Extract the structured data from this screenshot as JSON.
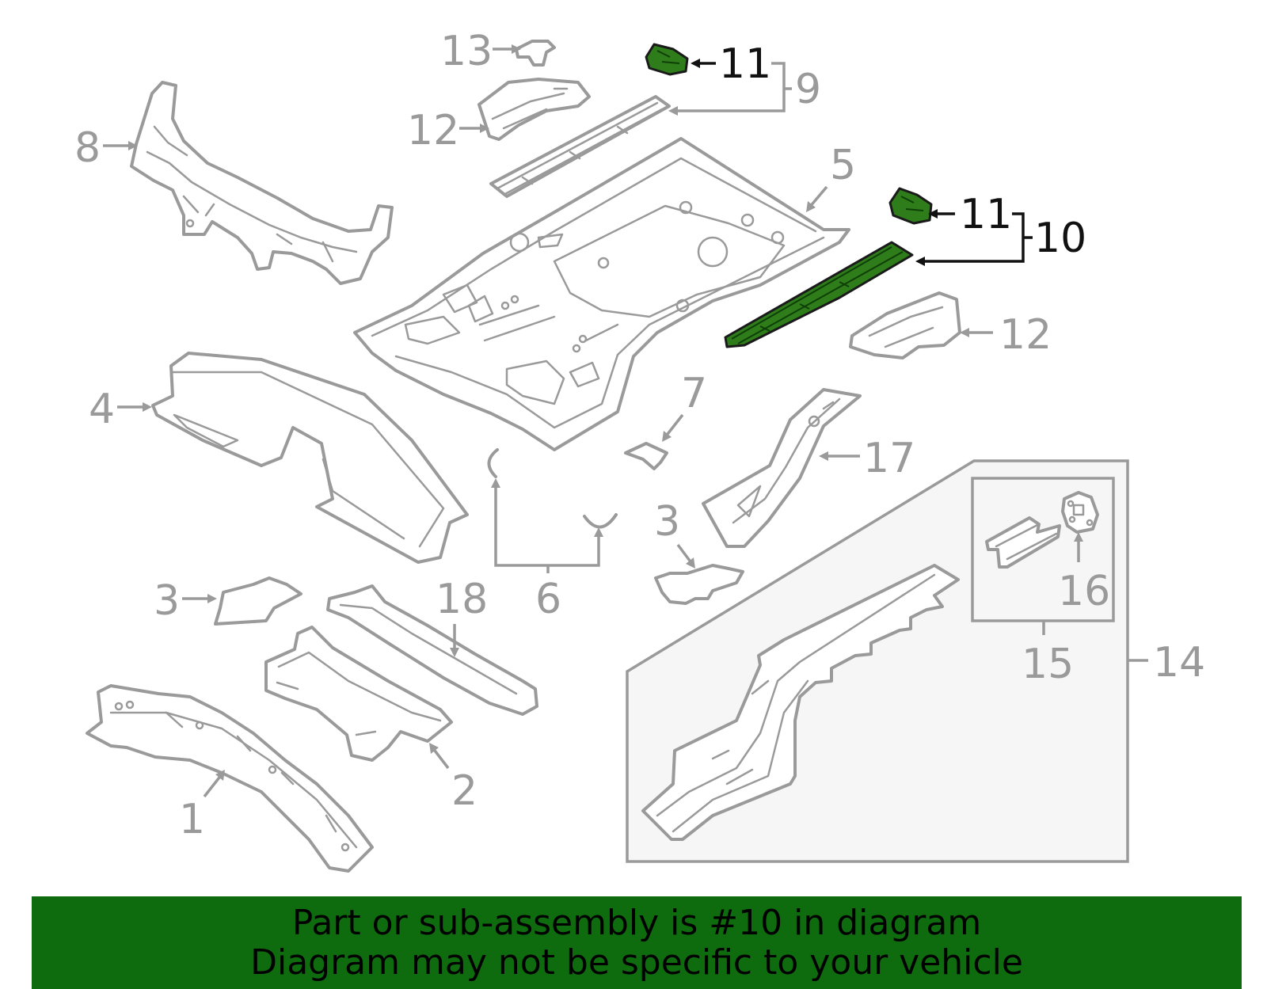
{
  "callouts": {
    "c1": "1",
    "c2": "2",
    "c3a": "3",
    "c3b": "3",
    "c4": "4",
    "c5": "5",
    "c6": "6",
    "c7": "7",
    "c8": "8",
    "c9": "9",
    "c10": "10",
    "c11a": "11",
    "c11b": "11",
    "c12a": "12",
    "c12b": "12",
    "c13": "13",
    "c14": "14",
    "c15": "15",
    "c16": "16",
    "c17": "17",
    "c18": "18"
  },
  "highlighted_part": "10",
  "colors": {
    "highlight": "#2e7d1a",
    "banner": "#0e6b0e",
    "line_gray": "#9a9a9a"
  },
  "banner": {
    "line1": "Part or sub-assembly is #10 in diagram",
    "line2": "Diagram may not be specific to your vehicle"
  }
}
